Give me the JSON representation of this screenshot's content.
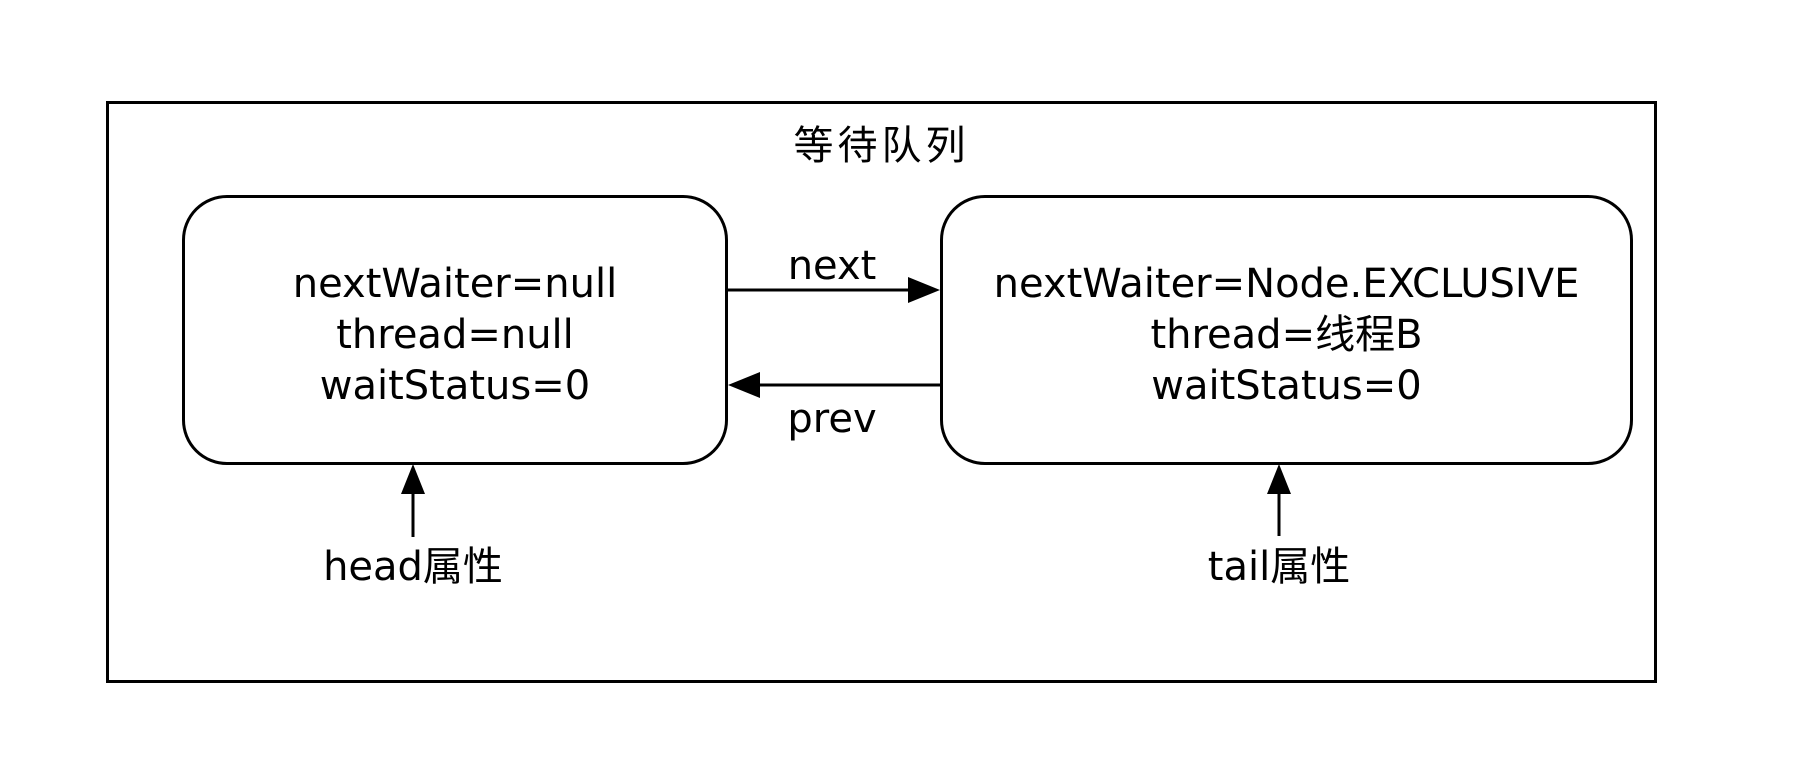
{
  "diagram": {
    "title": "等待队列",
    "colors": {
      "stroke": "#000000",
      "background": "#ffffff"
    }
  },
  "nodes": {
    "head_node": {
      "lines": [
        "nextWaiter=null",
        "thread=null",
        "waitStatus=0"
      ]
    },
    "tail_node": {
      "lines": [
        "nextWaiter=Node.EXCLUSIVE",
        "thread=线程B",
        "waitStatus=0"
      ]
    }
  },
  "edges": {
    "next_label": "next",
    "prev_label": "prev"
  },
  "pointers": {
    "head_label": "head属性",
    "tail_label": "tail属性"
  }
}
